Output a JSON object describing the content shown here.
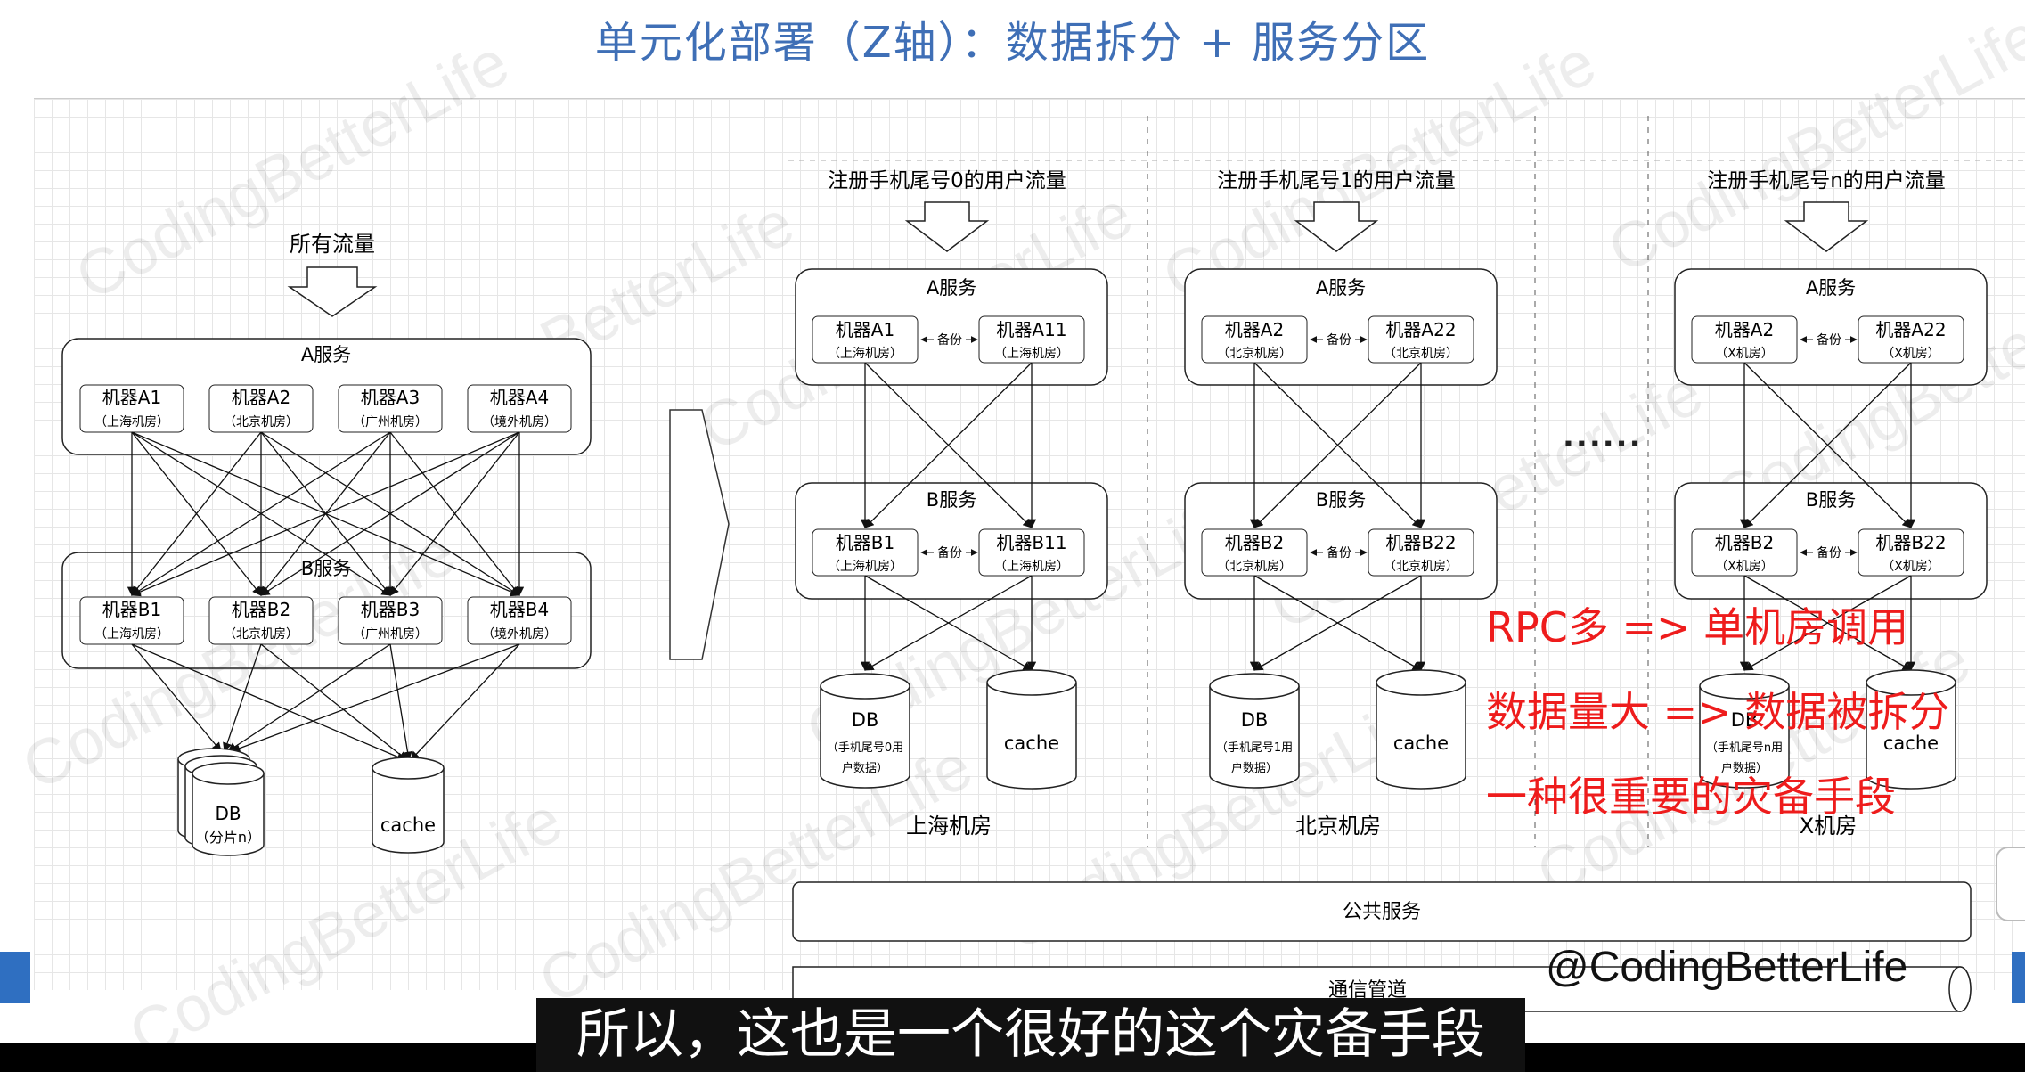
{
  "title": "单元化部署（Z轴）：数据拆分 + 服务分区",
  "watermark": "CodingBetterLife",
  "left": {
    "traffic": "所有流量",
    "a_service": "A服务",
    "b_service": "B服务",
    "a_machines": [
      {
        "name": "机器A1",
        "room": "（上海机房）"
      },
      {
        "name": "机器A2",
        "room": "（北京机房）"
      },
      {
        "name": "机器A3",
        "room": "（广州机房）"
      },
      {
        "name": "机器A4",
        "room": "（境外机房）"
      }
    ],
    "b_machines": [
      {
        "name": "机器B1",
        "room": "（上海机房）"
      },
      {
        "name": "机器B2",
        "room": "（北京机房）"
      },
      {
        "name": "机器B3",
        "room": "（广州机房）"
      },
      {
        "name": "机器B4",
        "room": "（境外机房）"
      }
    ],
    "db": "DB",
    "db_sub": "（分片n）",
    "cache": "cache"
  },
  "units": [
    {
      "traffic": "注册手机尾号0的用户流量",
      "a_service": "A服务",
      "b_service": "B服务",
      "a1": {
        "name": "机器A1",
        "room": "（上海机房）"
      },
      "a2": {
        "name": "机器A11",
        "room": "（上海机房）"
      },
      "b1": {
        "name": "机器B1",
        "room": "（上海机房）"
      },
      "b2": {
        "name": "机器B11",
        "room": "（上海机房）"
      },
      "backup": "备份",
      "db": "DB",
      "db_sub1": "（手机尾号0用",
      "db_sub2": "户数据）",
      "cache": "cache",
      "room_label": "上海机房"
    },
    {
      "traffic": "注册手机尾号1的用户流量",
      "a_service": "A服务",
      "b_service": "B服务",
      "a1": {
        "name": "机器A2",
        "room": "（北京机房）"
      },
      "a2": {
        "name": "机器A22",
        "room": "（北京机房）"
      },
      "b1": {
        "name": "机器B2",
        "room": "（北京机房）"
      },
      "b2": {
        "name": "机器B22",
        "room": "（北京机房）"
      },
      "backup": "备份",
      "db": "DB",
      "db_sub1": "（手机尾号1用",
      "db_sub2": "户数据）",
      "cache": "cache",
      "room_label": "北京机房"
    },
    {
      "traffic": "注册手机尾号n的用户流量",
      "a_service": "A服务",
      "b_service": "B服务",
      "a1": {
        "name": "机器A2",
        "room": "（X机房）"
      },
      "a2": {
        "name": "机器A22",
        "room": "（X机房）"
      },
      "b1": {
        "name": "机器B2",
        "room": "（X机房）"
      },
      "b2": {
        "name": "机器B22",
        "room": "（X机房）"
      },
      "backup": "备份",
      "db": "DB",
      "db_sub1": "（手机尾号n用",
      "db_sub2": "户数据）",
      "cache": "cache",
      "room_label": "X机房"
    }
  ],
  "ellipsis": "......",
  "public_service": "公共服务",
  "comm_pipe": "通信管道",
  "annotations": [
    "RPC多 => 单机房调用",
    "数据量大 => 数据被拆分",
    "一种很重要的灾备手段"
  ],
  "handle": "@CodingBetterLife",
  "subtitle": "所以，这也是一个很好的这个灾备手段",
  "colors": {
    "title": "#3f6fb6",
    "annotation": "#ee1c1c",
    "accent_bar": "#2f6fc1"
  }
}
